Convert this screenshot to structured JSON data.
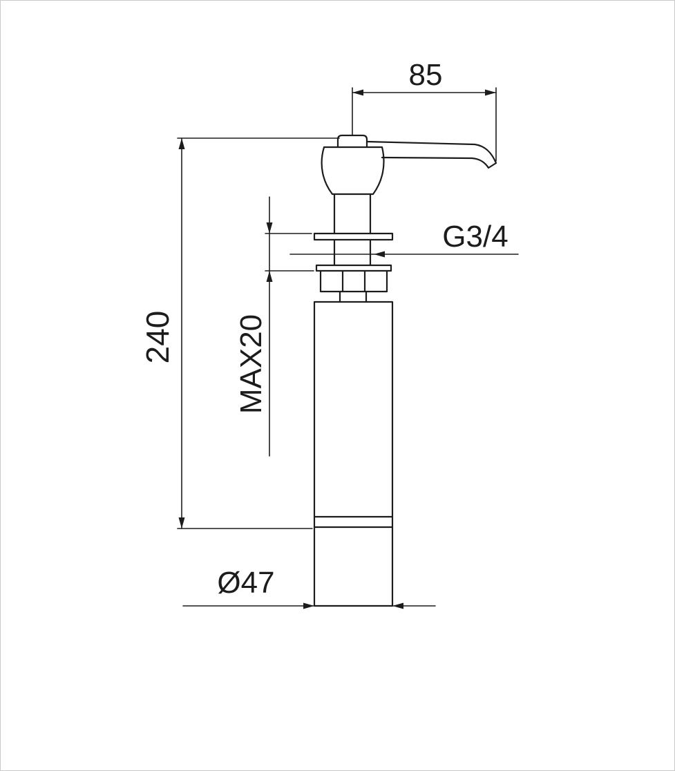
{
  "page": {
    "background": "#ffffff",
    "border_color": "#c9c9c9"
  },
  "drawing": {
    "line_color": "#1c1c1c",
    "label_color": "#1c1c1c",
    "labels": {
      "spout_reach": "85",
      "overall_height": "240",
      "max_deck_thickness": "MAX20",
      "thread_size": "G3/4",
      "bottle_diameter": "Ø47"
    }
  }
}
